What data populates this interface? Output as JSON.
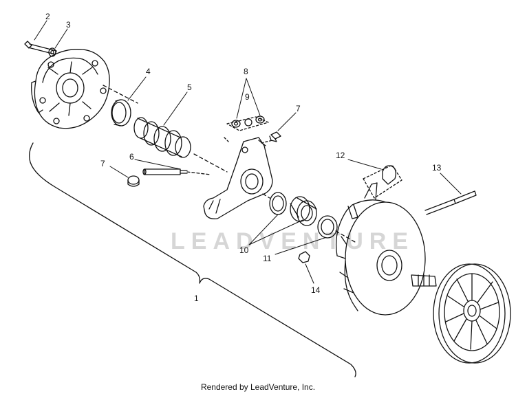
{
  "callouts": {
    "c1": "1",
    "c2": "2",
    "c3": "3",
    "c4": "4",
    "c5": "5",
    "c6": "6",
    "c7a": "7",
    "c7b": "7",
    "c8": "8",
    "c9": "9",
    "c10": "10",
    "c11": "11",
    "c12": "12",
    "c13": "13",
    "c14": "14"
  },
  "watermark": "LEADVENTURE",
  "footer": "Rendered by LeadVenture, Inc."
}
